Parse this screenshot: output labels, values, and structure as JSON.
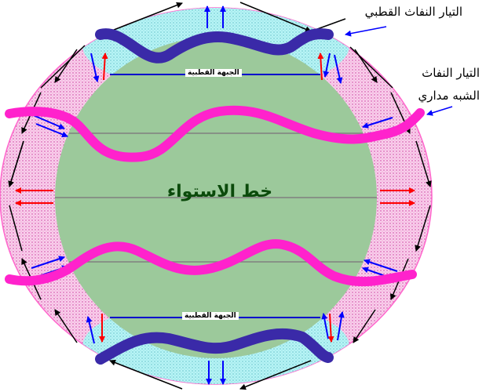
{
  "labels": {
    "polar_jet": "التيار النفاث القطبي",
    "subtropical_jet_line1": "التيار النفاث",
    "subtropical_jet_line2": "الشبه مداري",
    "equator": "خط الاستواء",
    "north_polar_front": "الجبهة القطبية",
    "south_polar_front": "الجبهة القطبية"
  },
  "colors": {
    "earth": "#9cc99b",
    "polar_cell": "#a8f0f2",
    "ferrel_zone": "#f6c6e8",
    "outer_ring": "#ff66cc",
    "polar_jet": "#3a2aa8",
    "subtropical_jet": "#ff22cc",
    "front_line": "#0000cc",
    "cold_wind": "#0000ff",
    "warm_wind": "#ff0000",
    "circulation": "#000000",
    "latitude_line": "#808080"
  }
}
